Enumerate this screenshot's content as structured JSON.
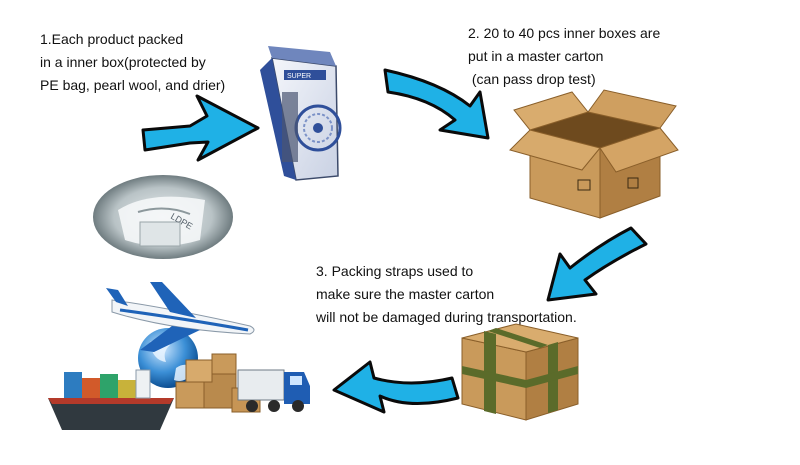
{
  "steps": [
    {
      "lines": [
        "1.Each product packed",
        "in a inner box(protected by",
        "PE bag, pearl wool, and drier)"
      ]
    },
    {
      "lines": [
        "2. 20 to 40 pcs inner boxes are",
        "put in a master carton",
        " (can pass drop test)"
      ]
    },
    {
      "lines": [
        "3. Packing straps used to",
        "make sure the master carton",
        "will not be damaged during transportation."
      ]
    }
  ],
  "inner_box": {
    "brand_text": "SUPER"
  },
  "pe_bag": {
    "stamp_text": "LDPE"
  },
  "colors": {
    "arrow_fill": "#1fb1e6",
    "arrow_stroke": "#0a0a0a",
    "carton": "#c99a5b",
    "carton_dark": "#a9783e",
    "tape": "#5b6b2a",
    "inner_box_blue": "#2f4f9a"
  },
  "icons": [
    "arrow-right-icon",
    "arrow-down-icon",
    "arrow-left-icon",
    "airplane-icon",
    "globe-icon",
    "truck-icon",
    "cargo-ship-icon"
  ]
}
